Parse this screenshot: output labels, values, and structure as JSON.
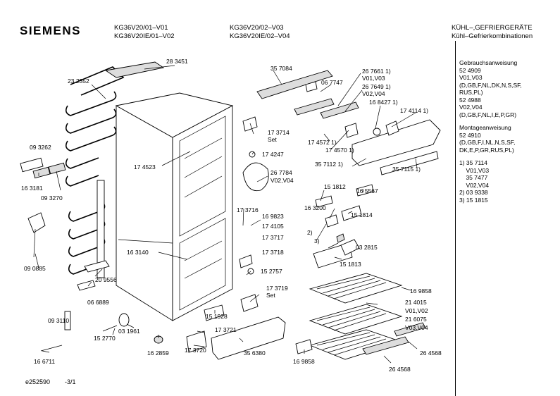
{
  "header": {
    "brand": "SIEMENS",
    "model_col1": [
      "KG36V20/01–V01",
      "KG36V20IE/01–V02"
    ],
    "model_col2": [
      "KG36V20/02–V03",
      "KG36V20IE/02–V04"
    ],
    "category": [
      "KÜHL–,GEFRIERGERÄTE",
      "Kühl–Gefrierkombinationen"
    ]
  },
  "footer": {
    "doc_id": "e252590",
    "page": "-3/1"
  },
  "side_notes": [
    "Gebrauchsanweisung",
    "52 4909",
    "V01,V03",
    "(D,GB,F,NL,DK,N,S,SF,",
    "RUS,PL)",
    "52 4988",
    "V02,V04",
    "(D,GB,F,NL,I,E,P,GR)",
    "",
    "Montageanweisung",
    "52 4910",
    "(D,GB,F,I,NL,N,S,SF,",
    "DK,E,P,GR,RUS,PL)",
    "",
    "1) 35 7114",
    "    V01,V03",
    "    35 7477",
    "    V02,V04",
    "2) 03 9338",
    "3) 15 1815"
  ],
  "part_labels": [
    "28 3451",
    "23 2352",
    "35 7084",
    "06 7747",
    "26 7661 1)",
    "V01,V03",
    "26 7649 1)",
    "V02,V04",
    "16 8427 1)",
    "17 4114 1)",
    "17 3714",
    "Set",
    "17 4247",
    "17 4523",
    "09 3262",
    "16 3181",
    "09 3270",
    "26 7784",
    "V02,V04",
    "17 4572 1)",
    "17 4570 1)",
    "35 7112 1)",
    "35 7115 1)",
    "15 1812",
    "16 5567",
    "16 3200",
    "15 1814",
    "17 3716",
    "16 9823",
    "17 4105",
    "17 3717",
    "17 3718",
    "2)",
    "3)",
    "03 2815",
    "15 1813",
    "09 0885",
    "16 3140",
    "20 9556",
    "06 6889",
    "15 2757",
    "17 3719",
    "Set",
    "16 9858",
    "21 4015",
    "V01,V02",
    "21 6075",
    "V03,V04",
    "09 3110",
    "15 1928",
    "15 2770",
    "03 1961",
    "17 3721",
    "16 2859",
    "17 3720",
    "35 6380",
    "16 9858",
    "26 4568",
    "26 4568",
    "16 6711"
  ],
  "icons": [
    "refrigerator-body",
    "condenser-coil",
    "door-shelf",
    "wire-shelf",
    "power-cable"
  ]
}
